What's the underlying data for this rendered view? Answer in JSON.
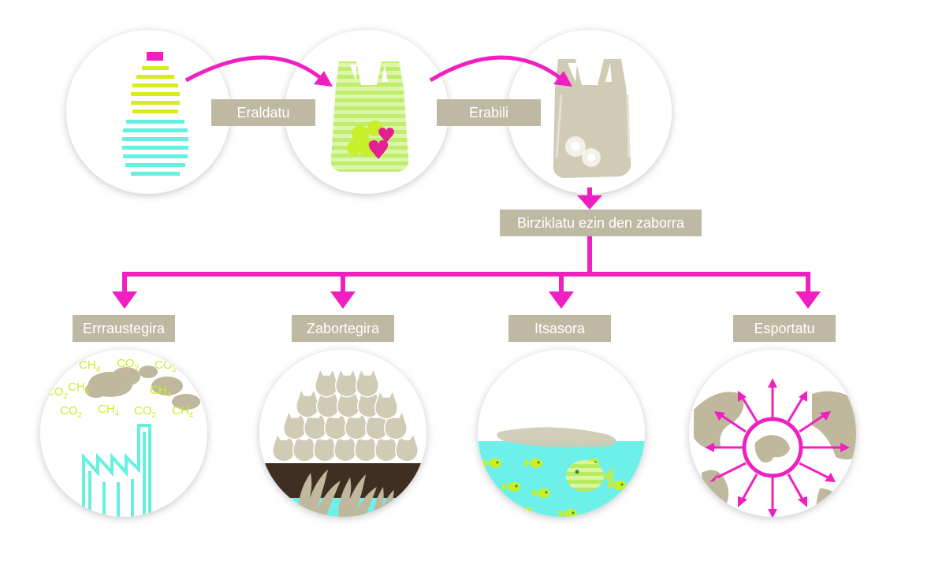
{
  "labels": {
    "transform": "Eraldatu",
    "use": "Erabili",
    "non_recyclable": "Birziklatu ezin den zaborra",
    "incinerator": "Errraustegira",
    "landfill": "Zabortegira",
    "sea": "Itsasora",
    "export": "Esportatu"
  },
  "chemistry": {
    "co2": "CO",
    "co2_sub": "2",
    "ch4": "CH",
    "ch4_sub": "4"
  },
  "colors": {
    "arrow": "#f020c0",
    "label_bg": "#bfb9a3",
    "bag_tan": "#cfcbb5",
    "lime": "#c8ef2a",
    "aqua": "#66f0e0",
    "soil": "#3f2e22",
    "water": "#6ef0ea"
  },
  "icons": [
    "bottle-icon",
    "green-bag-icon",
    "used-bag-icon",
    "factory-icon",
    "landfill-icon",
    "sea-icon",
    "globe-export-icon"
  ]
}
